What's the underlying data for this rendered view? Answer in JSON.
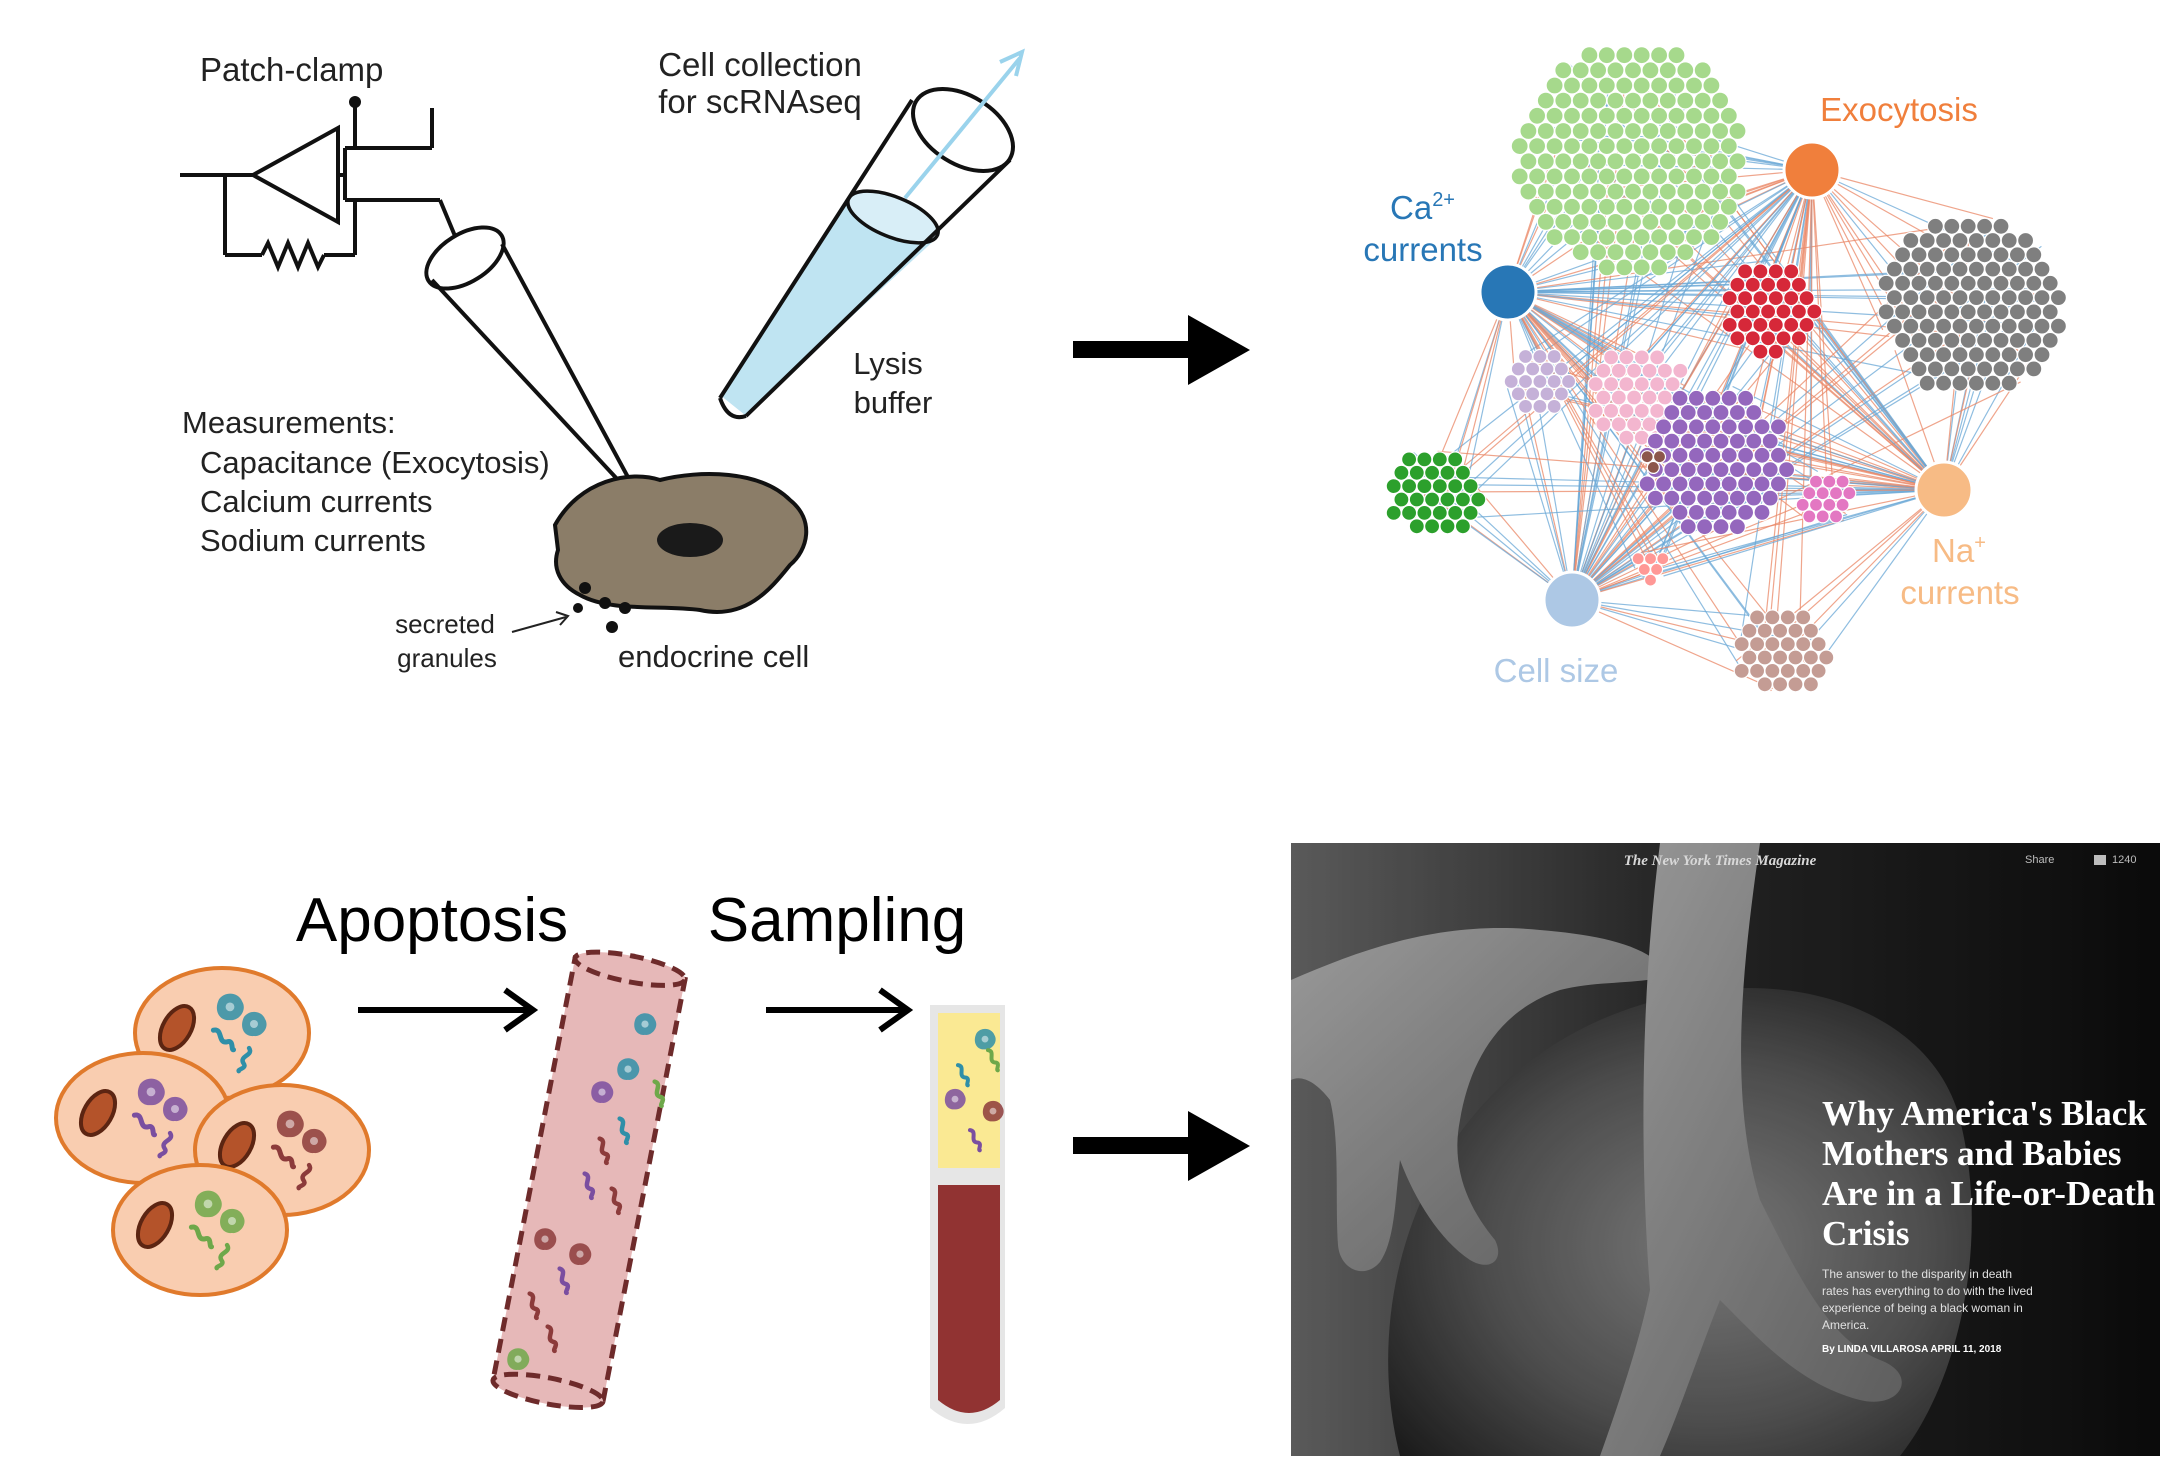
{
  "top_left": {
    "patch_clamp": "Patch-clamp",
    "cell_collection": [
      "Cell collection",
      "for scRNAseq"
    ],
    "lysis": [
      "Lysis",
      "buffer"
    ],
    "measurements_header": "Measurements:",
    "measurements": [
      "Capacitance (Exocytosis)",
      "Calcium currents",
      "Sodium currents"
    ],
    "secreted": [
      "secreted",
      "granules"
    ],
    "endocrine": "endocrine cell"
  },
  "network": {
    "exocytosis": "Exocytosis",
    "ca_base": "Ca",
    "ca_sup": "2+",
    "ca_currents": "currents",
    "na_base": "Na",
    "na_sup": "+",
    "na_currents": "currents",
    "cell_size": "Cell size",
    "colors": {
      "exocytosis": "#f07f3c",
      "ca": "#2877b6",
      "na": "#f7bb85",
      "cell_size": "#adc8e5",
      "edge_blue": "#6aa8d6",
      "edge_orange": "#ea8766"
    }
  },
  "bottom_left": {
    "apoptosis": "Apoptosis",
    "sampling": "Sampling"
  },
  "magazine": {
    "masthead": "The New York Times Magazine",
    "share": "Share",
    "comments": "1240",
    "headline": [
      "Why America's Black",
      "Mothers and Babies",
      "Are in a Life-or-Death",
      "Crisis"
    ],
    "dek": [
      "The answer to the disparity in death",
      "rates has everything to do with the lived",
      "experience of being a black woman in",
      "America."
    ],
    "byline": "By LINDA VILLAROSA   APRIL 11, 2018"
  }
}
